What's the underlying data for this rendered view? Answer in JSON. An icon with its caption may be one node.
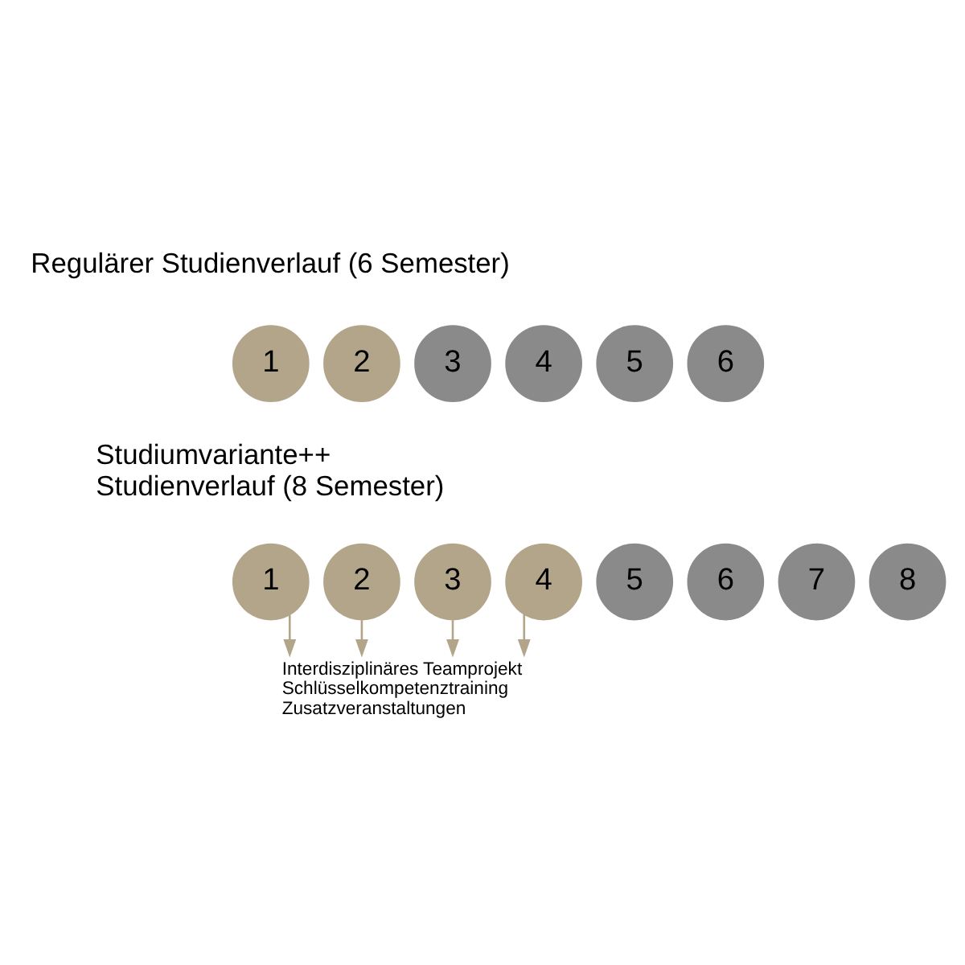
{
  "diagram": {
    "nodes": [
      {
        "text": [
          "1"
        ]
      },
      {
        "text": [
          "2"
        ]
      },
      {
        "text": [
          "3"
        ]
      },
      {
        "text": [
          "4"
        ]
      },
      {
        "text": [
          "5"
        ]
      },
      {
        "text": [
          "6"
        ]
      },
      {
        "text": [
          "1"
        ]
      },
      {
        "text": [
          "2"
        ]
      },
      {
        "text": [
          "3"
        ]
      },
      {
        "text": [
          "4"
        ]
      },
      {
        "text": [
          "5"
        ]
      },
      {
        "text": [
          "6"
        ]
      },
      {
        "text": [
          "7"
        ]
      },
      {
        "text": [
          "8"
        ]
      },
      {
        "text": [
          "Interdisziplinäres Teamprojekt",
          "Schlüsselkompetenztraining",
          "Zusatzveranstaltungen"
        ]
      }
    ],
    "edges": [
      {
        "from": 6,
        "to": 14,
        "arrow": "to"
      },
      {
        "from": 7,
        "to": 14,
        "arrow": "to"
      },
      {
        "from": 8,
        "to": 14,
        "arrow": "to"
      },
      {
        "from": 9,
        "to": 14,
        "arrow": "to"
      }
    ],
    "labels": [
      "Regulärer Studienverlauf (6 Semester)",
      "Studiumvariante++ Studienverlauf (8 Semester)"
    ]
  }
}
